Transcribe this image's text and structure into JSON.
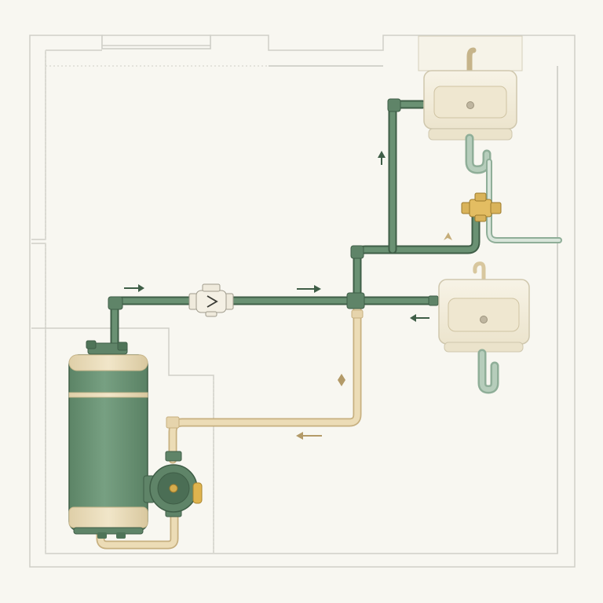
{
  "diagram": {
    "type": "hot-water-recirculation-schematic",
    "colors": {
      "background": "#f8f7f1",
      "wall": "#cfcfc8",
      "supply_pipe": "#5f8468",
      "supply_pipe_dark": "#3f5e47",
      "return_pipe": "#e6d4ac",
      "return_pipe_dark": "#c7b080",
      "tank_body": "#6b9476",
      "tank_band": "#e9dcbc",
      "pump_body": "#5f8468",
      "brass": "#d6ad4e",
      "sink": "#f4efe0",
      "sink_outline": "#cfc7ad",
      "drain_pipe": "#a9c2ae",
      "arrow_supply": "#3f5e47",
      "arrow_return": "#b39a68"
    },
    "components": [
      {
        "id": "water-heater",
        "icon": "water-heater-tank-icon"
      },
      {
        "id": "recirculation-pump",
        "icon": "circulator-pump-icon"
      },
      {
        "id": "check-valve",
        "icon": "inline-valve-icon"
      },
      {
        "id": "thermostatic-mixing-valve",
        "icon": "brass-mixing-valve-icon"
      },
      {
        "id": "upper-sink",
        "icon": "sink-icon"
      },
      {
        "id": "lower-sink",
        "icon": "sink-icon"
      }
    ],
    "flow_arrows": [
      {
        "id": "supply-arrow-1",
        "direction": "right",
        "line": "supply"
      },
      {
        "id": "supply-arrow-2",
        "direction": "right",
        "line": "supply"
      },
      {
        "id": "supply-arrow-3",
        "direction": "up",
        "line": "supply"
      },
      {
        "id": "supply-arrow-4",
        "direction": "left",
        "line": "supply"
      },
      {
        "id": "return-arrow-1",
        "direction": "up-left",
        "line": "return"
      },
      {
        "id": "return-arrow-2",
        "direction": "up",
        "line": "return"
      },
      {
        "id": "return-arrow-3",
        "direction": "left",
        "line": "return"
      }
    ]
  }
}
